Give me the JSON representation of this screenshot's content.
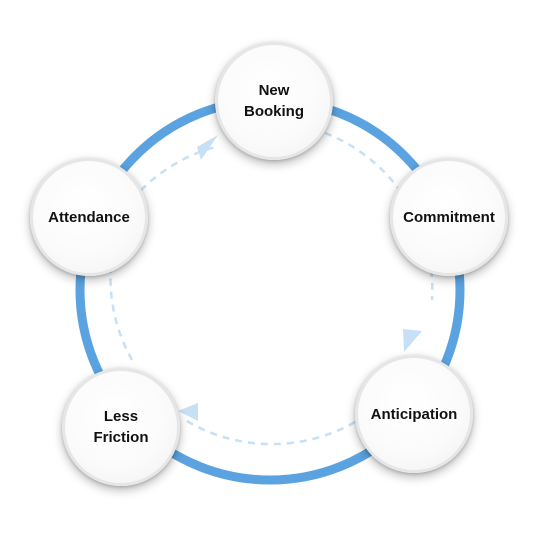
{
  "diagram": {
    "nodes": [
      {
        "id": "new-booking",
        "label": "New\nBooking"
      },
      {
        "id": "commitment",
        "label": "Commitment"
      },
      {
        "id": "anticipation",
        "label": "Anticipation"
      },
      {
        "id": "less-friction",
        "label": "Less\nFriction"
      },
      {
        "id": "attendance",
        "label": "Attendance"
      }
    ],
    "colors": {
      "ring": "#5aa3e0",
      "flow": "#c7e0f5",
      "node_fill": "#ffffff",
      "node_border": "#e6e6e6",
      "label": "#111111"
    }
  }
}
